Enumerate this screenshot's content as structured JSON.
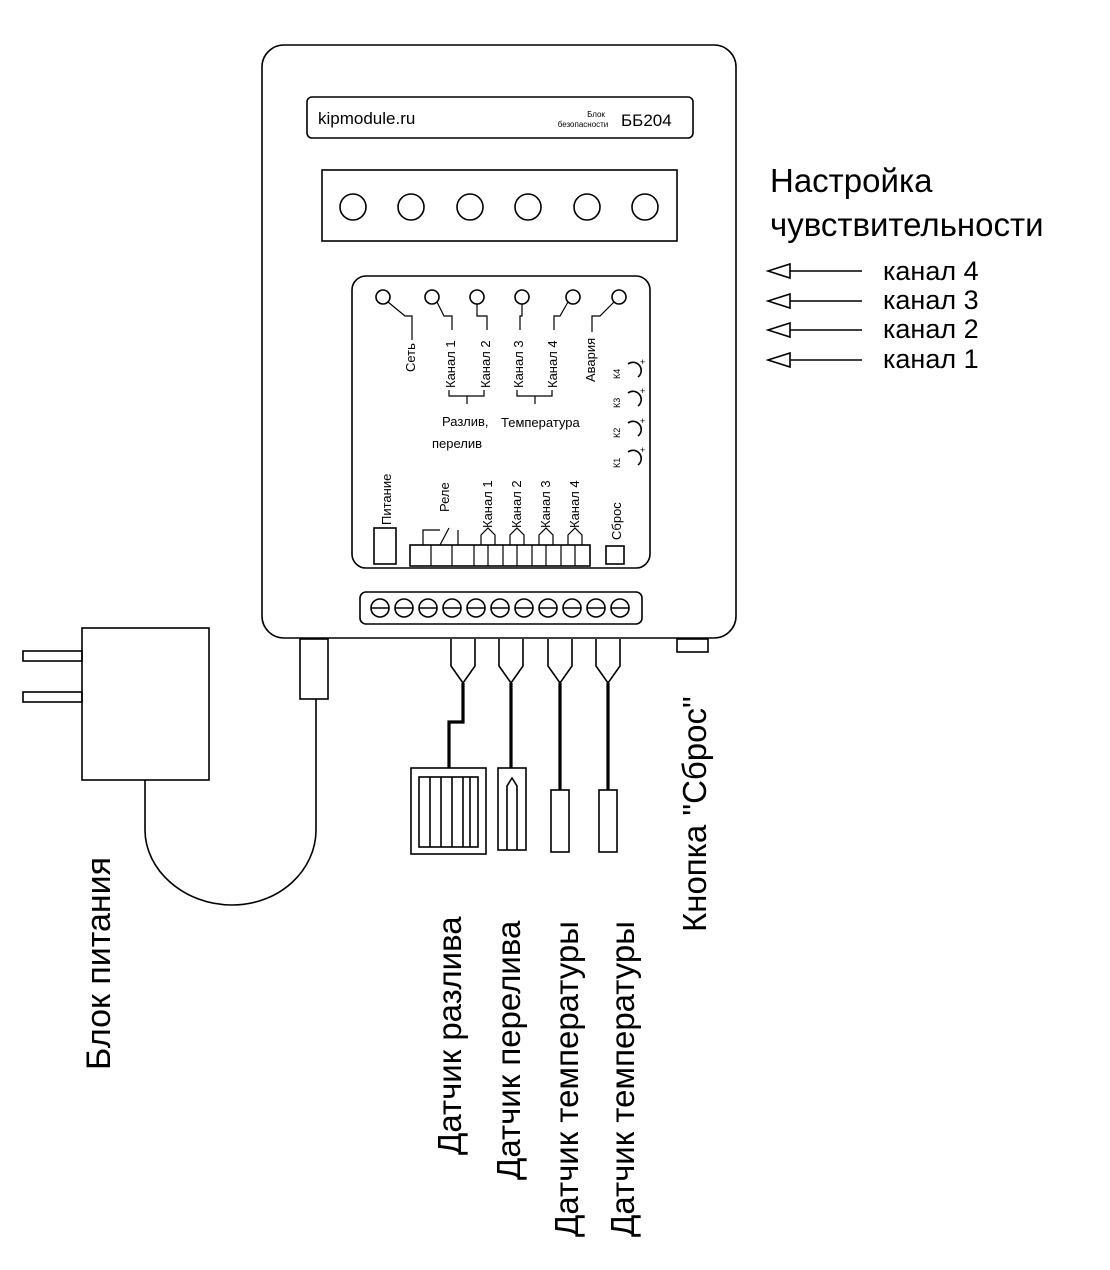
{
  "header": {
    "site": "kipmodule.ru",
    "block_line1": "Блок",
    "block_line2": "безопасности",
    "model": "ББ204"
  },
  "sensitivity": {
    "title_line1": "Настройка",
    "title_line2": "чувствительности",
    "channels": [
      "канал 4",
      "канал 3",
      "канал 2",
      "канал 1"
    ]
  },
  "panel": {
    "led_labels": [
      "Сеть",
      "Канал 1",
      "Канал 2",
      "Канал 3",
      "Канал 4",
      "Авария"
    ],
    "group_spill_line1": "Разлив,",
    "group_spill_line2": "перелив",
    "group_temp": "Температура",
    "pot_labels": [
      "К4",
      "К3",
      "К2",
      "К1"
    ],
    "power": "Питание",
    "relay": "Реле",
    "term_channels": [
      "Канал 1",
      "Канал 2",
      "Канал 3",
      "Канал 4"
    ],
    "reset": "Сброс"
  },
  "labels": {
    "power_supply": "Блок питания",
    "spill_sensor": "Датчик разлива",
    "overflow_sensor": "Датчик перелива",
    "temp_sensor_1": "Датчик температуры",
    "temp_sensor_2": "Датчик температуры",
    "reset_button": "Кнопка \"Сброс\""
  }
}
